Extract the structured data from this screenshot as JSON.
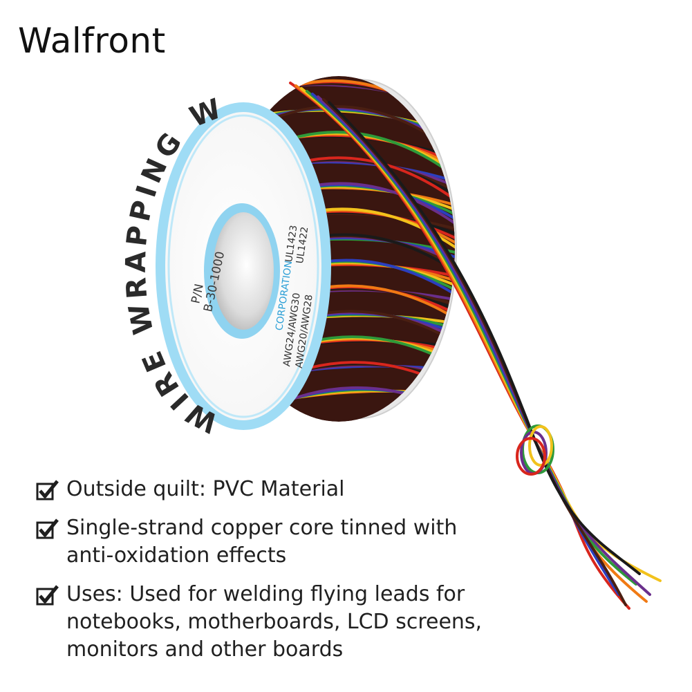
{
  "brand": {
    "name": "Walfront"
  },
  "spool_label": {
    "title": "WIRE WRAPPING WIRE",
    "part_line1": "P/N",
    "part_line2": "B-30-1000",
    "corp": "CORPORATION",
    "awg_line1": "AWG24/AWG30",
    "awg_line2": "AWG20/AWG28",
    "ul_line1": "UL1423",
    "ul_line2": "UL1422"
  },
  "features": [
    {
      "icon": "checkbox-check-icon",
      "text": "Outside quilt: PVC Material"
    },
    {
      "icon": "checkbox-check-icon",
      "text": "Single-strand copper core tinned with anti-oxidation effects"
    },
    {
      "icon": "checkbox-check-icon",
      "text": "Uses: Used for welding flying leads for notebooks, motherboards, LCD screens, monitors and other boards"
    }
  ],
  "colors": {
    "label_blue": "#8fd3f0",
    "wire_red": "#d8261d",
    "wire_orange": "#f07a14",
    "wire_yellow": "#f2c21c",
    "wire_green": "#2e9a3a",
    "wire_blue": "#2b3fbf",
    "wire_purple": "#6a2f8c",
    "wire_brown": "#4a1f12",
    "wire_black": "#1a1a1a"
  }
}
